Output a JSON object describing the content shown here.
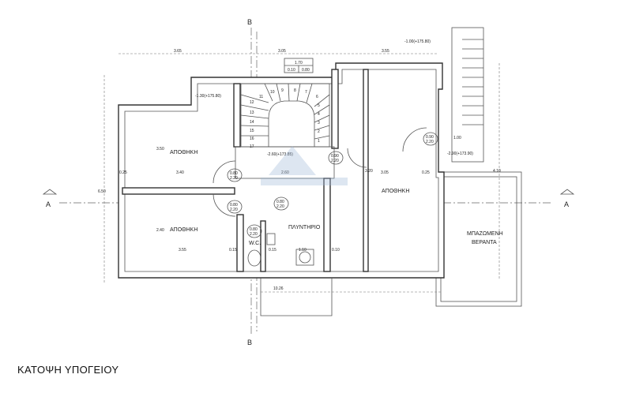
{
  "title": "ΚΑΤΟΨΗ ΥΠΟΓΕΙΟΥ",
  "sections": {
    "a_left": "A",
    "a_right": "A",
    "b_top": "B",
    "b_bottom": "B"
  },
  "rooms": {
    "storage_top_left": "ΑΠΟΘΗΚΗ",
    "storage_bottom_left": "ΑΠΟΘΗΚΗ",
    "storage_right": "ΑΠΟΘΗΚΗ",
    "laundry": "ΠΛΥΝΤΗΡΙΟ",
    "wc": "W.C.",
    "veranda_line1": "ΜΠΑΖΩΜΕΝΗ",
    "veranda_line2": "ΒΕΡΑΝΤΑ"
  },
  "dimensions": {
    "top_1": "3.65",
    "top_2": "3.05",
    "top_3": "3.55",
    "opening_width": "1.70",
    "opening_a": "0.10",
    "opening_b": "0.80",
    "level_top_right": "-1.00(+175.80)",
    "level_left": "-1.30(+175.80)",
    "level_stair": "-2.60(+173.85)",
    "level_right": "-2.90(+173.90)",
    "stair_right_w": "1.00",
    "left_inner": "3.40",
    "left_v": "3.50",
    "left_gap": "0.25",
    "mid_inner": "2.60",
    "right_inner": "3.05",
    "right_gap": "0.25",
    "left_total_v": "6.50",
    "lower_left_v": "2.40",
    "bottom_left": "3.55",
    "bottom_gap1": "0.15",
    "bottom_gap2": "0.15",
    "bottom_mid": "1.10",
    "bottom_gap3": "0.10",
    "bottom_total": "10.26",
    "right_v": "3.20",
    "veranda_v": "4.10"
  },
  "doors": {
    "d1_w": "0.80",
    "d1_h": "2.20",
    "d2_w": "0.80",
    "d2_h": "2.20",
    "d3_w": "0.80",
    "d3_h": "2.20",
    "d4_w": "0.90",
    "d4_h": "2.20",
    "d5_w": "0.90",
    "d5_h": "2.20",
    "d6_w": "0.80",
    "d6_h": "2.20"
  },
  "stairs": [
    "1",
    "2",
    "3",
    "4",
    "5",
    "6",
    "7",
    "8",
    "9",
    "10",
    "11",
    "12",
    "13",
    "14",
    "15",
    "16",
    "17"
  ]
}
